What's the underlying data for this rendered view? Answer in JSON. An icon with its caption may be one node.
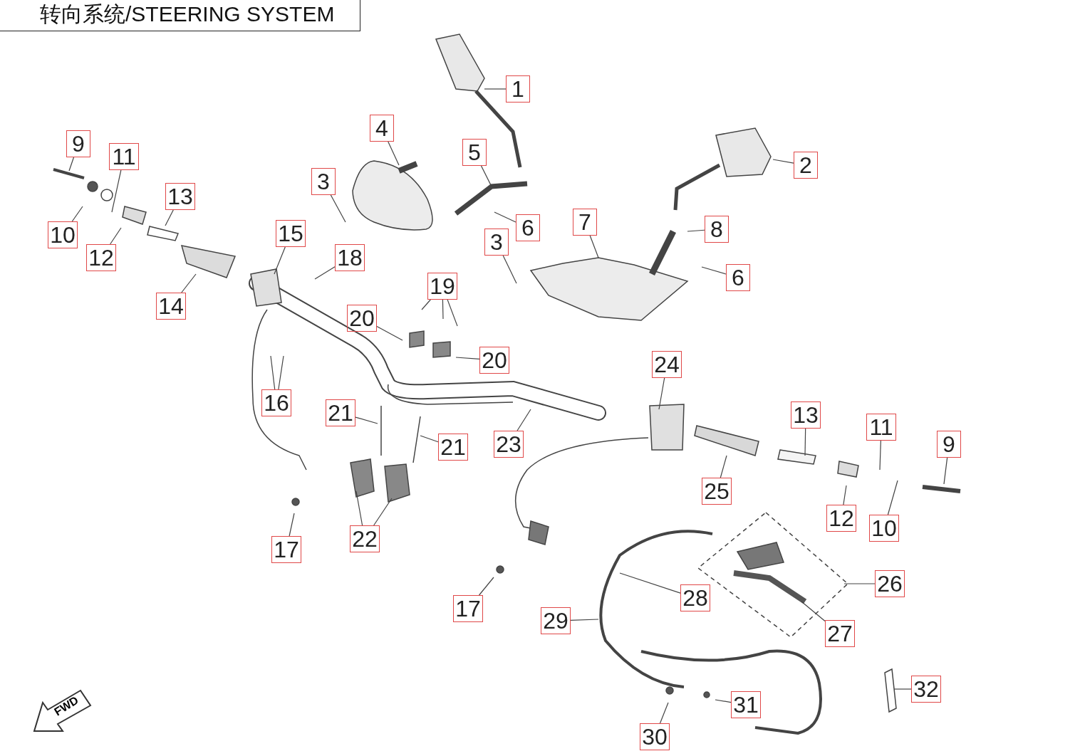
{
  "diagram": {
    "title": "转向系统/STEERING SYSTEM",
    "nodes": [
      {
        "text": [
          "1"
        ]
      },
      {
        "text": [
          "2"
        ]
      },
      {
        "text": [
          "3"
        ]
      },
      {
        "text": [
          "4"
        ]
      },
      {
        "text": [
          "5"
        ]
      },
      {
        "text": [
          "6"
        ]
      },
      {
        "text": [
          "7"
        ]
      },
      {
        "text": [
          "8"
        ]
      },
      {
        "text": [
          "3"
        ]
      },
      {
        "text": [
          "6"
        ]
      },
      {
        "text": [
          "9"
        ]
      },
      {
        "text": [
          "11"
        ]
      },
      {
        "text": [
          "13"
        ]
      },
      {
        "text": [
          "10"
        ]
      },
      {
        "text": [
          "12"
        ]
      },
      {
        "text": [
          "14"
        ]
      },
      {
        "text": [
          "15"
        ]
      },
      {
        "text": [
          "18"
        ]
      },
      {
        "text": [
          "19"
        ]
      },
      {
        "text": [
          "20"
        ]
      },
      {
        "text": [
          "20"
        ]
      },
      {
        "text": [
          "16"
        ]
      },
      {
        "text": [
          "21"
        ]
      },
      {
        "text": [
          "21"
        ]
      },
      {
        "text": [
          "23"
        ]
      },
      {
        "text": [
          "24"
        ]
      },
      {
        "text": [
          "25"
        ]
      },
      {
        "text": [
          "13"
        ]
      },
      {
        "text": [
          "11"
        ]
      },
      {
        "text": [
          "9"
        ]
      },
      {
        "text": [
          "12"
        ]
      },
      {
        "text": [
          "10"
        ]
      },
      {
        "text": [
          "17"
        ]
      },
      {
        "text": [
          "22"
        ]
      },
      {
        "text": [
          "17"
        ]
      },
      {
        "text": [
          "26"
        ]
      },
      {
        "text": [
          "28"
        ]
      },
      {
        "text": [
          "29"
        ]
      },
      {
        "text": [
          "27"
        ]
      },
      {
        "text": [
          "31"
        ]
      },
      {
        "text": [
          "30"
        ]
      },
      {
        "text": [
          "32"
        ]
      },
      {
        "text": [
          "FWD"
        ]
      }
    ],
    "edges": [
      {
        "from": 0,
        "to": null,
        "arrow": "none"
      },
      {
        "from": 1,
        "to": null,
        "arrow": "none"
      },
      {
        "from": 2,
        "to": null,
        "arrow": "none"
      },
      {
        "from": 3,
        "to": null,
        "arrow": "none"
      },
      {
        "from": 4,
        "to": null,
        "arrow": "none"
      },
      {
        "from": 5,
        "to": null,
        "arrow": "none"
      },
      {
        "from": 6,
        "to": null,
        "arrow": "none"
      },
      {
        "from": 7,
        "to": null,
        "arrow": "none"
      },
      {
        "from": 8,
        "to": null,
        "arrow": "none"
      },
      {
        "from": 9,
        "to": null,
        "arrow": "none"
      },
      {
        "from": 10,
        "to": null,
        "arrow": "none"
      },
      {
        "from": 11,
        "to": null,
        "arrow": "none"
      },
      {
        "from": 12,
        "to": null,
        "arrow": "none"
      },
      {
        "from": 13,
        "to": null,
        "arrow": "none"
      },
      {
        "from": 14,
        "to": null,
        "arrow": "none"
      },
      {
        "from": 15,
        "to": null,
        "arrow": "none"
      },
      {
        "from": 16,
        "to": null,
        "arrow": "none"
      },
      {
        "from": 17,
        "to": null,
        "arrow": "none"
      },
      {
        "from": 18,
        "to": null,
        "arrow": "none"
      },
      {
        "from": 18,
        "to": null,
        "arrow": "none"
      },
      {
        "from": 18,
        "to": null,
        "arrow": "none"
      },
      {
        "from": 19,
        "to": null,
        "arrow": "none"
      },
      {
        "from": 20,
        "to": null,
        "arrow": "none"
      },
      {
        "from": 21,
        "to": null,
        "arrow": "none"
      },
      {
        "from": 21,
        "to": null,
        "arrow": "none"
      },
      {
        "from": 22,
        "to": null,
        "arrow": "none"
      },
      {
        "from": 23,
        "to": null,
        "arrow": "none"
      },
      {
        "from": 24,
        "to": null,
        "arrow": "none"
      },
      {
        "from": 25,
        "to": null,
        "arrow": "none"
      },
      {
        "from": 26,
        "to": null,
        "arrow": "none"
      },
      {
        "from": 27,
        "to": null,
        "arrow": "none"
      },
      {
        "from": 28,
        "to": null,
        "arrow": "none"
      },
      {
        "from": 29,
        "to": null,
        "arrow": "none"
      },
      {
        "from": 30,
        "to": null,
        "arrow": "none"
      },
      {
        "from": 31,
        "to": null,
        "arrow": "none"
      },
      {
        "from": 32,
        "to": null,
        "arrow": "none"
      },
      {
        "from": 33,
        "to": null,
        "arrow": "none"
      },
      {
        "from": 33,
        "to": null,
        "arrow": "none"
      },
      {
        "from": 34,
        "to": null,
        "arrow": "none"
      },
      {
        "from": 35,
        "to": null,
        "arrow": "none"
      },
      {
        "from": 36,
        "to": null,
        "arrow": "none"
      },
      {
        "from": 37,
        "to": null,
        "arrow": "none"
      },
      {
        "from": 38,
        "to": null,
        "arrow": "none"
      },
      {
        "from": 39,
        "to": null,
        "arrow": "none"
      },
      {
        "from": 40,
        "to": null,
        "arrow": "none"
      },
      {
        "from": 41,
        "to": null,
        "arrow": "none"
      }
    ]
  }
}
